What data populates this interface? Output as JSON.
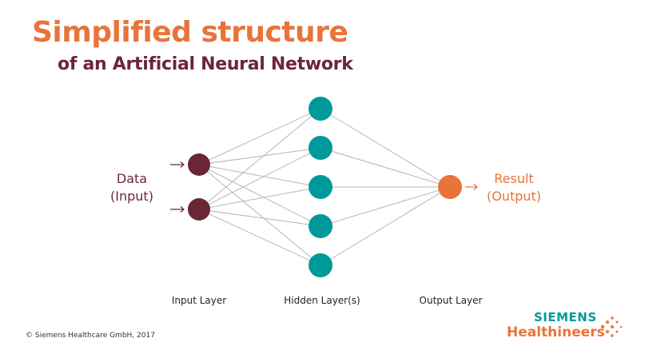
{
  "title": {
    "main": "Simplified structure",
    "sub": "of an Artificial Neural Network"
  },
  "labels": {
    "input": [
      "Data",
      "(Input)"
    ],
    "output": [
      "Result",
      "(Output)"
    ]
  },
  "layers": [
    {
      "label": "Input Layer",
      "nodes": 2
    },
    {
      "label": "Hidden Layer(s)",
      "nodes": 5
    },
    {
      "label": "Output Layer",
      "nodes": 1
    }
  ],
  "colors": {
    "title": "#e8743b",
    "subtitle": "#6b2636",
    "input_node": "#6b2636",
    "hidden_node": "#009999",
    "output_node": "#e8743b",
    "connection": "#b5b5b5"
  },
  "footer": {
    "copyright": "© Siemens Healthcare GmbH, 2017"
  },
  "logo": {
    "line1": "SIEMENS",
    "line2": "Healthineers"
  }
}
